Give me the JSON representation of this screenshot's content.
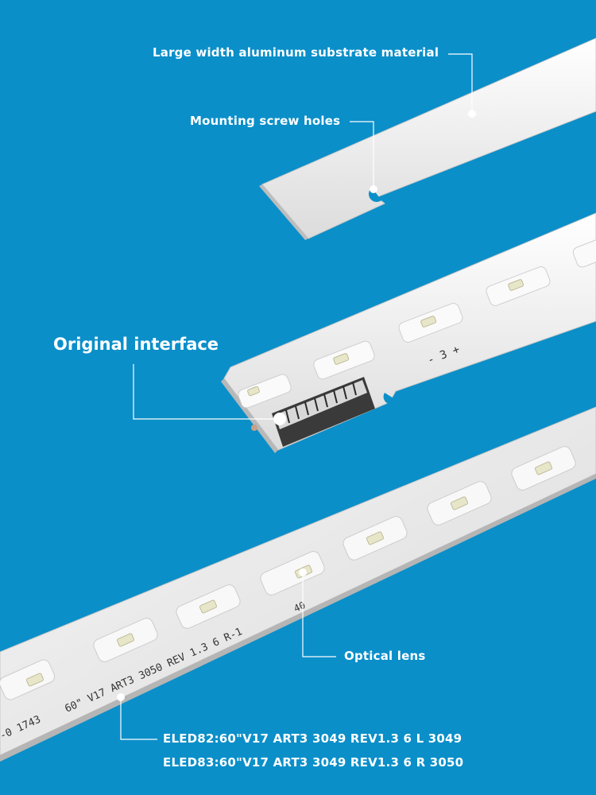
{
  "annotations": {
    "substrate": "Large width aluminum substrate material",
    "screw_holes": "Mounting screw holes",
    "interface": "Original interface",
    "lens": "Optical lens"
  },
  "models": {
    "line1": "ELED82:60\"V17 ART3 3049 REV1.3 6 L 3049",
    "line2": "ELED83:60\"V17 ART3 3049 REV1.3 6 R 3050"
  },
  "strip_print": {
    "polarity": "- 3 +",
    "code_left": "-0 1743",
    "code_main": "60\" V17 ART3 3050 REV 1.3 6 R-1",
    "code_right": "40"
  },
  "colors": {
    "background": "#0a8fc9",
    "strip": "#f2f2f2",
    "line": "#ffffff",
    "text": "#ffffff"
  }
}
